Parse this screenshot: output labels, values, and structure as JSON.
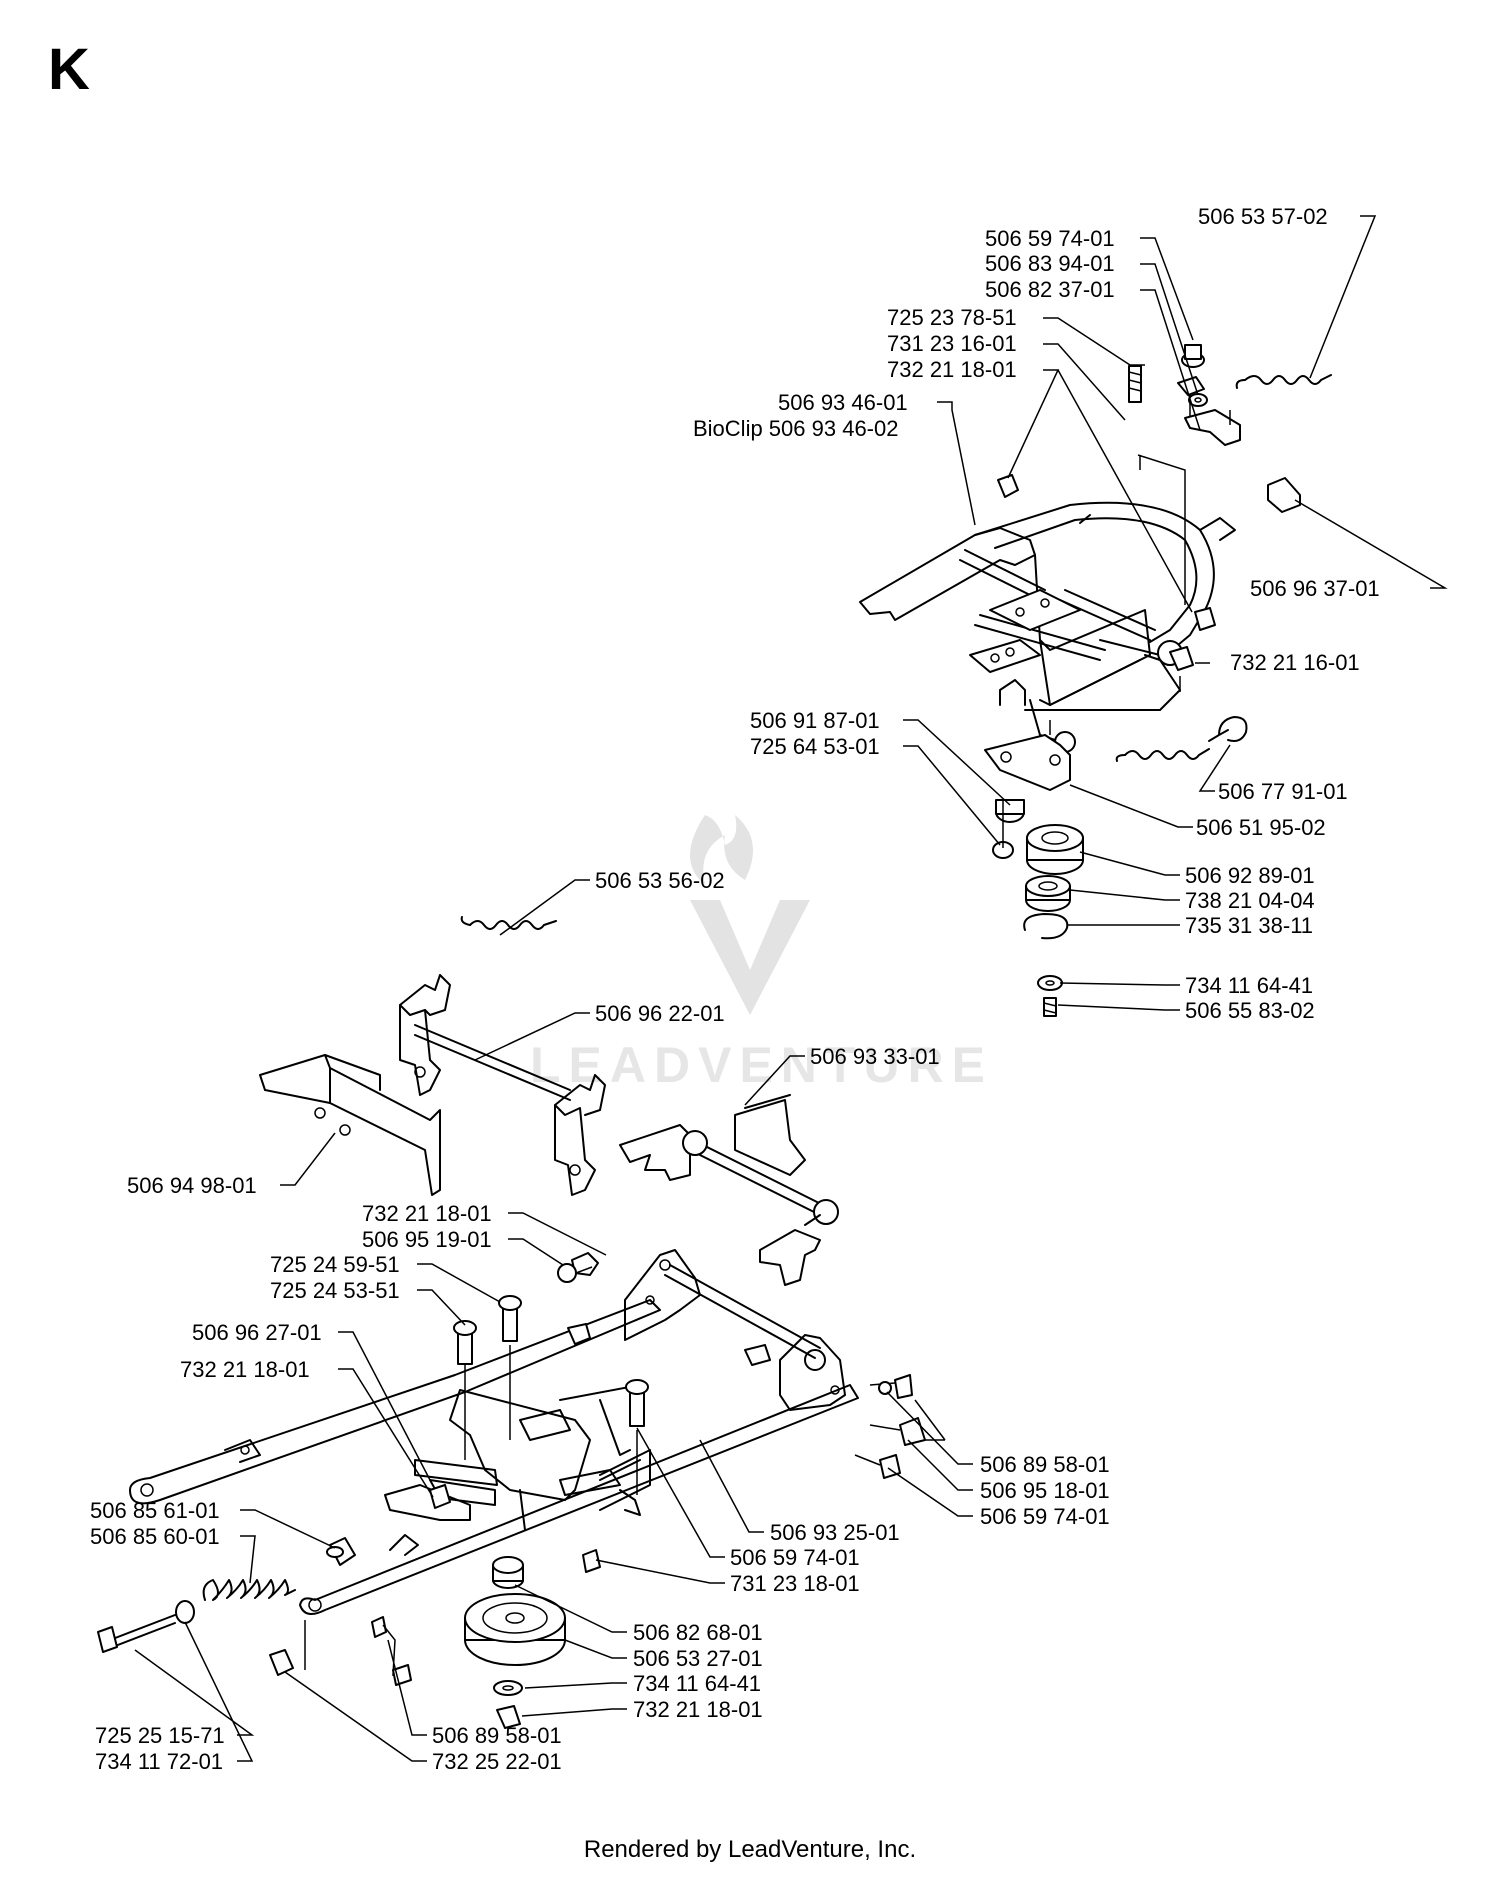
{
  "page": {
    "title": "K",
    "footer": "Rendered by LeadVenture, Inc.",
    "watermark": "LEADVENTURE"
  },
  "labels": [
    "506 53 57-02",
    "506 59 74-01",
    "506 83 94-01",
    "506 82 37-01",
    "725 23 78-51",
    "731 23 16-01",
    "732 21 18-01",
    "506 93 46-01",
    "BioClip 506 93 46-02",
    "506 96 37-01",
    "732 21 16-01",
    "506 91 87-01",
    "725 64 53-01",
    "506 77 91-01",
    "506 51 95-02",
    "506 92 89-01",
    "738 21 04-04",
    "735 31 38-11",
    "734 11 64-41",
    "506 55 83-02",
    "506 53 56-02",
    "506 96 22-01",
    "506 93 33-01",
    "506 94 98-01",
    "732 21 18-01",
    "506 95 19-01",
    "725 24 59-51",
    "725 24 53-51",
    "506 96 27-01",
    "732 21 18-01",
    "506 89 58-01",
    "506 95 18-01",
    "506 59 74-01",
    "506 93 25-01",
    "506 85 61-01",
    "506 85 60-01",
    "506 59 74-01",
    "731 23 18-01",
    "506 82 68-01",
    "506 53 27-01",
    "734 11 64-41",
    "732 21 18-01",
    "506 89 58-01",
    "725 25 15-71",
    "734 11 72-01",
    "732 25 22-01"
  ]
}
